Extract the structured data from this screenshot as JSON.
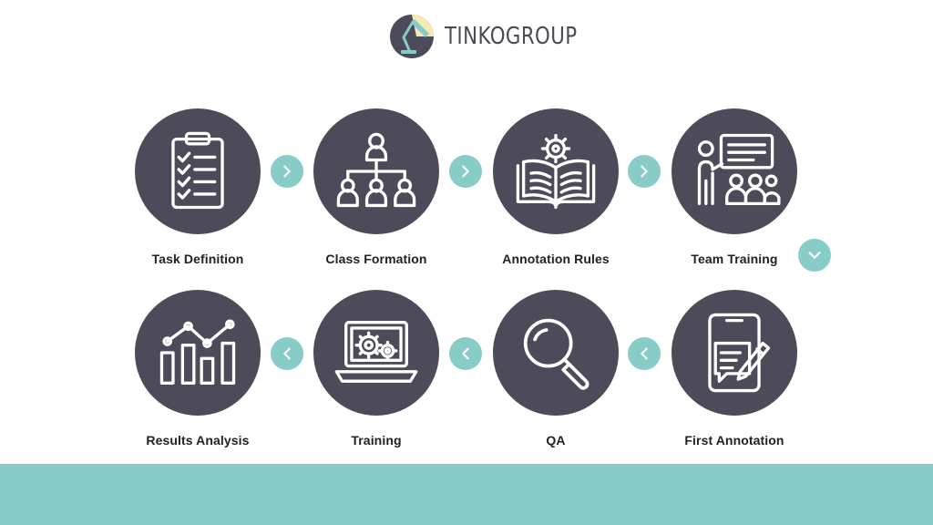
{
  "brand": {
    "name": "TINKOGROUP"
  },
  "colors": {
    "circle": "#4d4b5a",
    "accent": "#88ccc8",
    "label": "#222222"
  },
  "steps": [
    {
      "label": "Task Definition",
      "icon": "clipboard-checklist-icon"
    },
    {
      "label": "Class Formation",
      "icon": "hierarchy-people-icon"
    },
    {
      "label": "Annotation Rules",
      "icon": "book-gear-icon"
    },
    {
      "label": "Team Training",
      "icon": "presentation-audience-icon"
    },
    {
      "label": "First Annotation",
      "icon": "document-pen-icon"
    },
    {
      "label": "QA",
      "icon": "magnifier-icon"
    },
    {
      "label": "Training",
      "icon": "laptop-gears-icon"
    },
    {
      "label": "Results Analysis",
      "icon": "bar-line-chart-icon"
    }
  ],
  "connectors": [
    "chevron-right-icon",
    "chevron-right-icon",
    "chevron-right-icon",
    "chevron-down-icon",
    "chevron-left-icon",
    "chevron-left-icon",
    "chevron-left-icon"
  ]
}
